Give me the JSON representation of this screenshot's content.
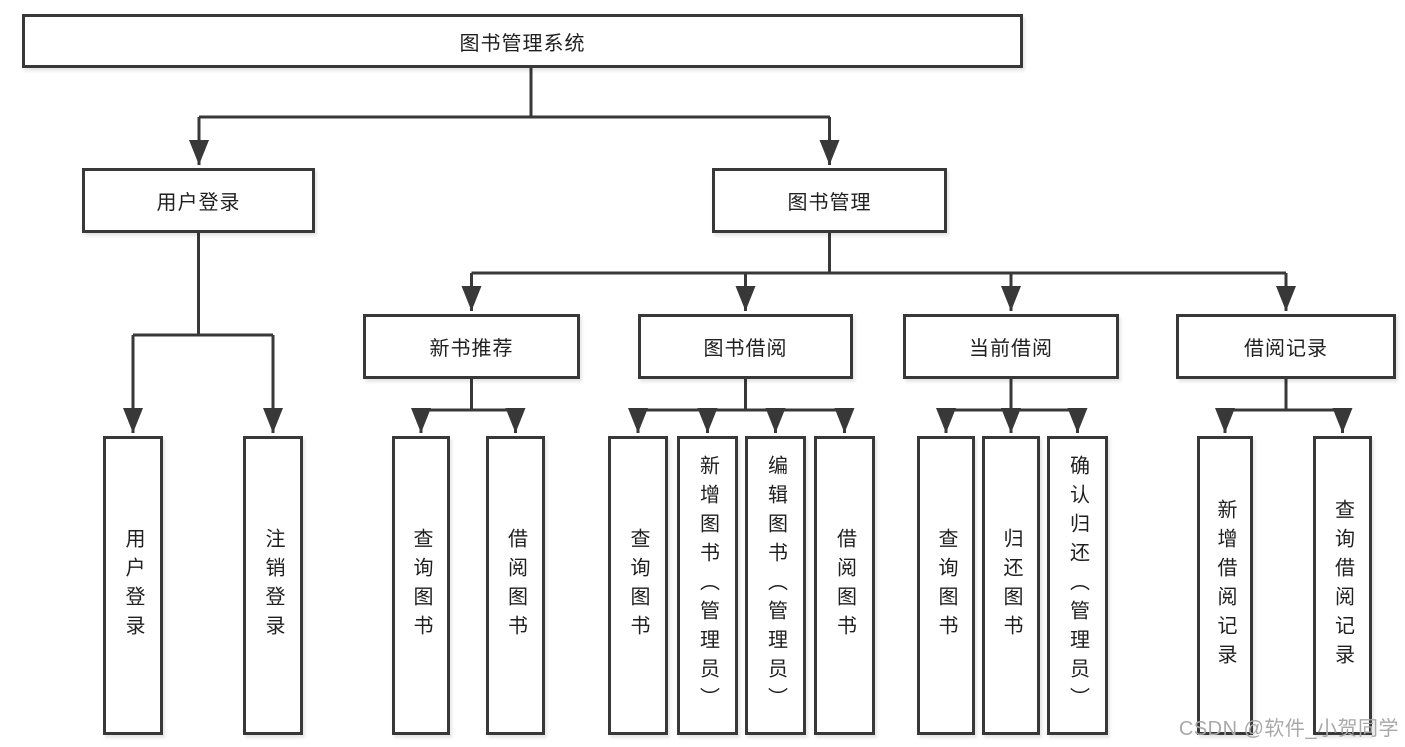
{
  "tree": {
    "label": "图书管理系统",
    "children": [
      {
        "label": "用户登录",
        "children": [
          {
            "label": "用户登录"
          },
          {
            "label": "注销登录"
          }
        ]
      },
      {
        "label": "图书管理",
        "children": [
          {
            "label": "新书推荐",
            "children": [
              {
                "label": "查询图书"
              },
              {
                "label": "借阅图书"
              }
            ]
          },
          {
            "label": "图书借阅",
            "children": [
              {
                "label": "查询图书"
              },
              {
                "label": "新增图书（管理员）"
              },
              {
                "label": "编辑图书（管理员）"
              },
              {
                "label": "借阅图书"
              }
            ]
          },
          {
            "label": "当前借阅",
            "children": [
              {
                "label": "查询图书"
              },
              {
                "label": "归还图书"
              },
              {
                "label": "确认归还（管理员）"
              }
            ]
          },
          {
            "label": "借阅记录",
            "children": [
              {
                "label": "新增借阅记录"
              },
              {
                "label": "查询借阅记录"
              }
            ]
          }
        ]
      }
    ]
  },
  "watermark": "CSDN @软件_小贺同学",
  "colors": {
    "line": "#383838",
    "text": "#1f1f1f",
    "watermark": "#a9a9a9",
    "background": "#ffffff"
  }
}
